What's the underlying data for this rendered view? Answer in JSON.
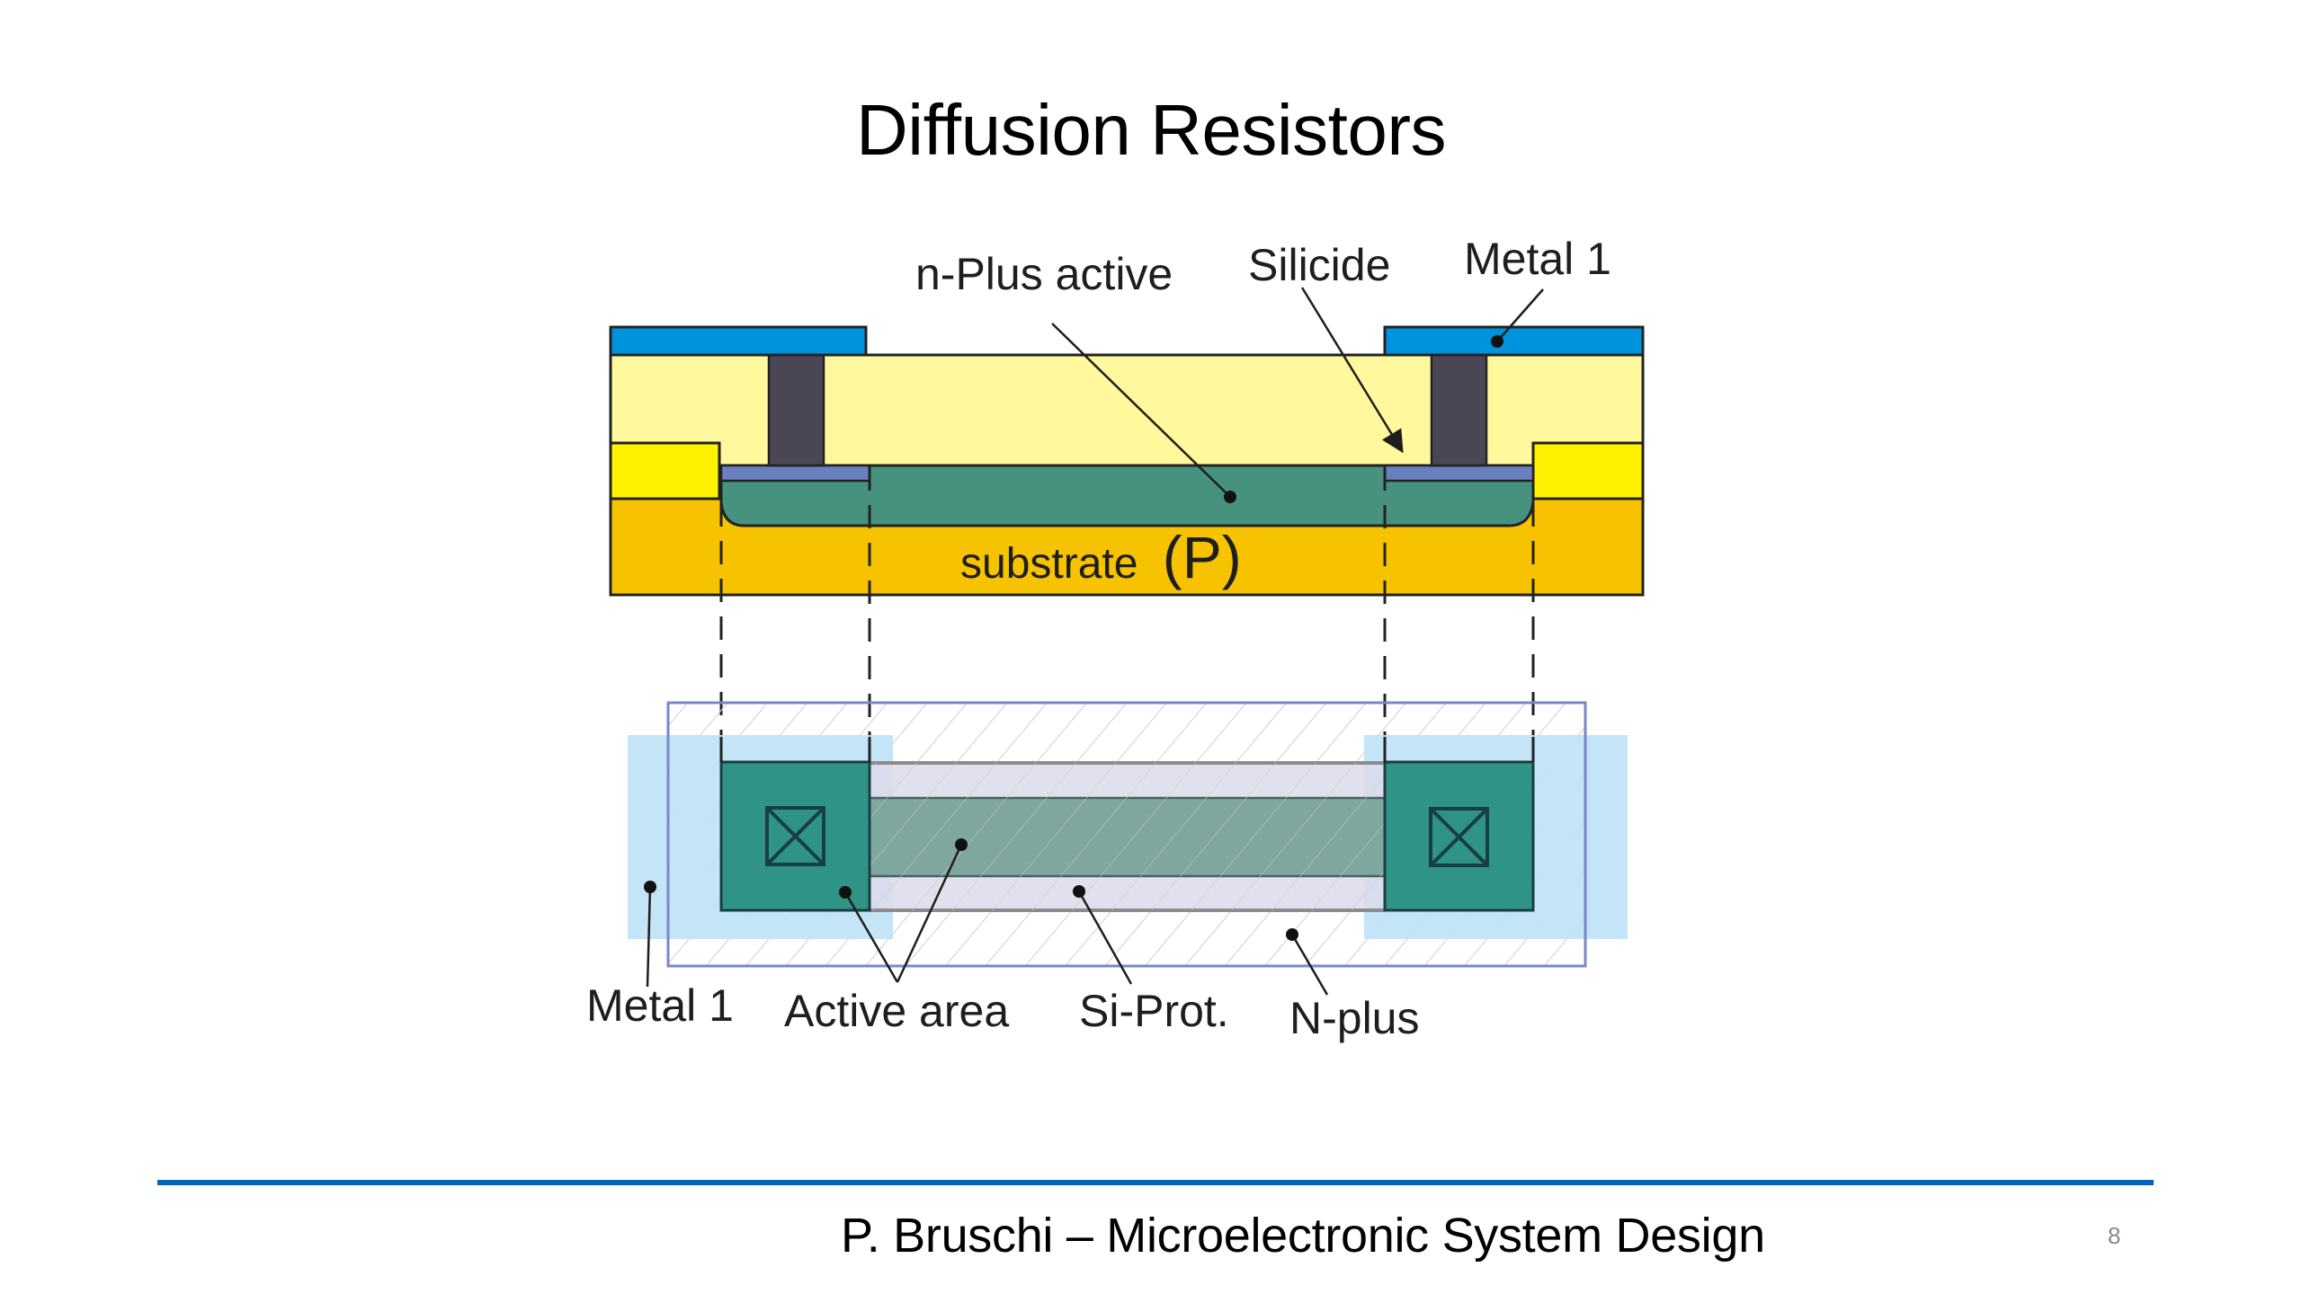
{
  "slide": {
    "title": "Diffusion Resistors",
    "page_number": "8"
  },
  "footer": {
    "text": "P. Bruschi – Microelectronic System Design",
    "rule_color": "#0066c0"
  },
  "cross_section": {
    "labels": {
      "n_plus_active": "n-Plus active",
      "silicide": "Silicide",
      "metal1": "Metal 1",
      "substrate": "substrate",
      "substrate_type": "(P)"
    },
    "colors": {
      "metal1": "#0093dd",
      "oxide": "#fff89c",
      "field_oxide": "#fff200",
      "substrate": "#f7c300",
      "n_plus": "#47927f",
      "silicide": "#6a7fbf",
      "via": "#4a4656",
      "outline": "#222222"
    }
  },
  "layout_view": {
    "labels": {
      "metal1": "Metal 1",
      "active_area": "Active area",
      "si_prot": "Si-Prot.",
      "n_plus": "N-plus"
    },
    "colors": {
      "metal1": "#bfe2f6",
      "active": "#2f9385",
      "resistor_body": "#7aa59c",
      "si_prot": "#dcdaea",
      "n_plus_border": "#7b86c8",
      "hatch": "#c7c7c7",
      "contact": "#173f44"
    }
  }
}
